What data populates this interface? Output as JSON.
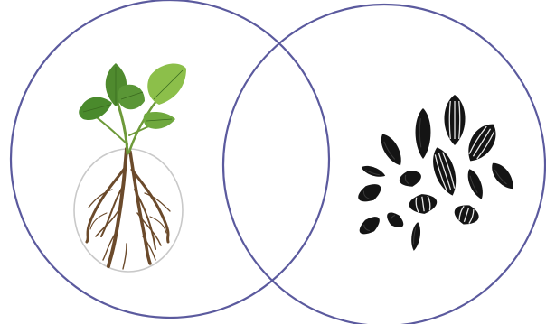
{
  "diagram": {
    "type": "venn",
    "sets": [
      {
        "illustration": "plant-with-roots"
      },
      {
        "illustration": "sunflower-seeds"
      }
    ],
    "colors": {
      "outline": "#5b5a9e",
      "leaf_dark": "#4f8a2e",
      "leaf_light": "#8cbf4a",
      "stem": "#6e9a3a",
      "root": "#6b4a2b",
      "soil_outline": "#c9c9c9",
      "seed": "#141414",
      "seed_stripe": "#ffffff"
    }
  }
}
